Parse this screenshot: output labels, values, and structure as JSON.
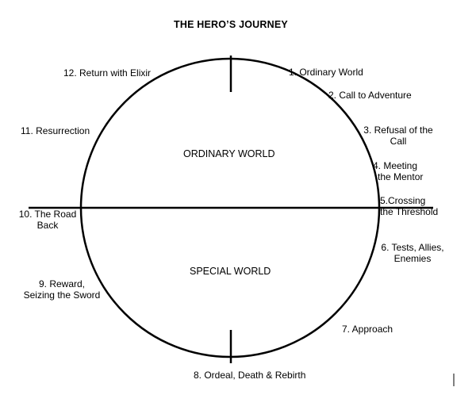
{
  "title": "THE HERO’S JOURNEY",
  "regions": {
    "upper": "ORDINARY WORLD",
    "lower": "SPECIAL WORLD"
  },
  "stages": [
    {
      "lines": [
        "1.  Ordinary World"
      ]
    },
    {
      "lines": [
        "2. Call to Adventure"
      ]
    },
    {
      "lines": [
        "3. Refusal of the",
        "Call"
      ]
    },
    {
      "lines": [
        "4. Meeting",
        "the Mentor"
      ]
    },
    {
      "lines": [
        "5.Crossing",
        "the Threshold"
      ]
    },
    {
      "lines": [
        "6. Tests, Allies,",
        "Enemies"
      ]
    },
    {
      "lines": [
        "7. Approach"
      ]
    },
    {
      "lines": [
        "8. Ordeal, Death & Rebirth"
      ]
    },
    {
      "lines": [
        "9. Reward,",
        "Seizing the Sword"
      ]
    },
    {
      "lines": [
        "10. The Road",
        "Back"
      ]
    },
    {
      "lines": [
        "11. Resurrection"
      ]
    },
    {
      "lines": [
        "12. Return with Elixir"
      ]
    }
  ],
  "colors": {
    "ink": "#000000",
    "background": "#ffffff"
  }
}
